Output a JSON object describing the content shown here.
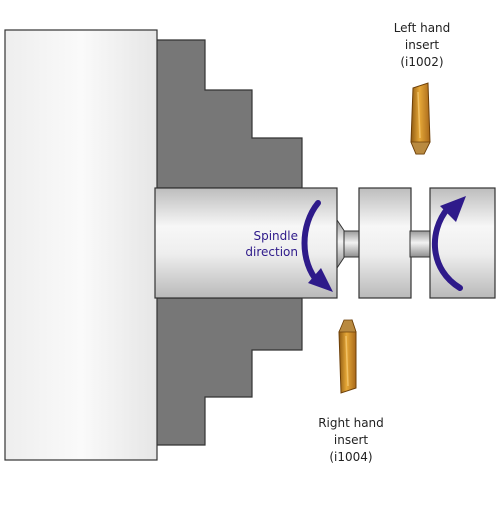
{
  "labels": {
    "left_insert": {
      "line1": "Left hand",
      "line2": "insert",
      "line3": "(i1002)"
    },
    "right_insert": {
      "line1": "Right hand",
      "line2": "insert",
      "line3": "(i1004)"
    },
    "spindle": {
      "line1": "Spindle",
      "line2": "direction"
    }
  },
  "colors": {
    "chuck_body": "#f3f3f3",
    "jaws": "#777777",
    "shaft_light": "#f4f4f4",
    "shaft_dark": "#c8c8c8",
    "arrow": "#2e1a8a",
    "insert_gold": "#d99a2a",
    "insert_dark": "#9b5e10",
    "outline": "#333333"
  }
}
